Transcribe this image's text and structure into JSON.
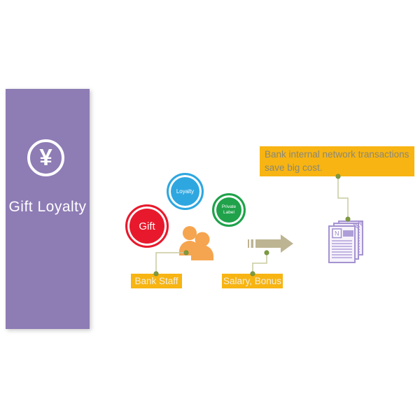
{
  "panel": {
    "title": "Gift Loyalty",
    "currency_symbol": "¥",
    "bg_color": "#8E7CB5",
    "icon": "yen-circle-icon"
  },
  "bubbles": [
    {
      "label": "Gift",
      "color": "#E8192C"
    },
    {
      "label": "Loyalty",
      "color": "#2EA7E0"
    },
    {
      "label": "Private Label",
      "color": "#1FA24A"
    }
  ],
  "callouts": {
    "bank_staff": "Bank Staff",
    "salary_bonus": "Salary, Bonus",
    "note_line1": "Bank internal network transactions",
    "note_line2": "save big cost.",
    "bg_color": "#F7B412",
    "note_text_color": "#8A8878"
  },
  "icons": {
    "people": "bank-staff-people-icon",
    "arrow": "striped-right-arrow-icon",
    "documents": "notes-stack-icon",
    "people_color": "#F5A54F",
    "arrow_color": "#BDB493",
    "document_outline_color": "#A593D1",
    "connector_line_color": "#C9CB9E",
    "connector_dot_color": "#7E9B40"
  },
  "document_icon": {
    "letter": "N"
  }
}
